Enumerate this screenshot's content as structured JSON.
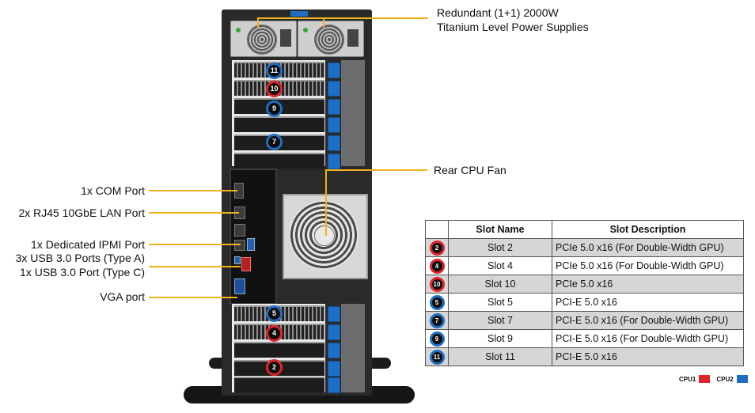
{
  "callouts": {
    "psu_line1": "Redundant (1+1) 2000W",
    "psu_line2": "Titanium Level Power Supplies",
    "rear_fan": "Rear CPU Fan",
    "com": "1x COM Port",
    "lan": "2x RJ45 10GbE LAN Port",
    "ipmi": "1x Dedicated IPMI Port",
    "usb_a": "3x USB 3.0 Ports (Type A)",
    "usb_c": "1x USB 3.0 Port (Type C)",
    "vga": "VGA port"
  },
  "markers": {
    "m11": "11",
    "m10": "10",
    "m9": "9",
    "m7": "7",
    "m5": "5",
    "m4": "4",
    "m2": "2"
  },
  "table": {
    "headers": [
      "",
      "Slot Name",
      "Slot Description"
    ],
    "rows": [
      {
        "num": "2",
        "cpu": "CPU1",
        "name": "Slot 2",
        "desc": "PCIe 5.0 x16 (For Double-Width GPU)"
      },
      {
        "num": "4",
        "cpu": "CPU1",
        "name": "Slot 4",
        "desc": "PCIe 5.0 x16 (For Double-Width GPU)"
      },
      {
        "num": "10",
        "cpu": "CPU1",
        "name": "Slot 10",
        "desc": "PCIe 5.0 x16"
      },
      {
        "num": "5",
        "cpu": "CPU2",
        "name": "Slot 5",
        "desc": "PCI-E 5.0 x16"
      },
      {
        "num": "7",
        "cpu": "CPU2",
        "name": "Slot 7",
        "desc": "PCI-E 5.0 x16 (For Double-Width GPU)"
      },
      {
        "num": "9",
        "cpu": "CPU2",
        "name": "Slot 9",
        "desc": "PCI-E 5.0 x16 (For Double-Width GPU)"
      },
      {
        "num": "11",
        "cpu": "CPU2",
        "name": "Slot 11",
        "desc": "PCI-E 5.0 x16"
      }
    ]
  },
  "legend": {
    "cpu1": "CPU1",
    "cpu2": "CPU2",
    "cpu1_color": "#e0252a",
    "cpu2_color": "#1e6fc2"
  },
  "colors": {
    "leader": "#f2b21b",
    "latch": "#1f6fc6"
  }
}
